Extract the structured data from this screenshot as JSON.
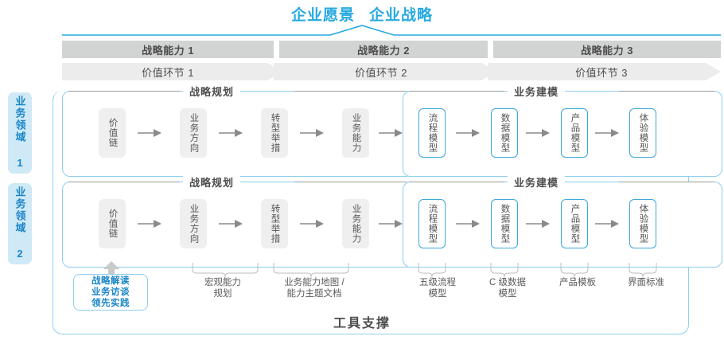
{
  "header": {
    "vision": "企业愿景",
    "strategy": "企业战略"
  },
  "capabilities": [
    {
      "label": "战略能力 1"
    },
    {
      "label": "战略能力 2"
    },
    {
      "label": "战略能力 3"
    }
  ],
  "value_segments": [
    {
      "label": "价值环节 1"
    },
    {
      "label": "价值环节 2"
    },
    {
      "label": "价值环节 3"
    }
  ],
  "domains": [
    {
      "label": "业务领域 1"
    },
    {
      "label": "业务领域 2"
    }
  ],
  "sections": {
    "planning_title": "战略规划",
    "modeling_title": "业务建模"
  },
  "planning_steps": [
    {
      "label": "价值链"
    },
    {
      "label": "业务方向"
    },
    {
      "label": "转型举措"
    },
    {
      "label": "业务能力"
    }
  ],
  "modeling_steps": [
    {
      "label": "流程模型"
    },
    {
      "label": "数据模型"
    },
    {
      "label": "产品模型"
    },
    {
      "label": "体验模型"
    }
  ],
  "tool_box": {
    "line1": "战略解读",
    "line2": "业务访谈",
    "line3": "领先实践"
  },
  "tool_labels": [
    {
      "line1": "宏观能力",
      "line2": "规划"
    },
    {
      "line1": "业务能力地图 /",
      "line2": "能力主题文档"
    },
    {
      "line1": "五级流程",
      "line2": "模型"
    },
    {
      "line1": "C 级数据",
      "line2": "模型"
    },
    {
      "line1": "产品模板",
      "line2": ""
    },
    {
      "line1": "界面标准",
      "line2": ""
    }
  ],
  "footer": {
    "title": "工具支撑"
  },
  "colors": {
    "accent": "#26a9e0",
    "accent_soft": "#8ecdf0",
    "band": "#eaf4fb",
    "bar_dark": "#d2d3d3",
    "bar_light": "#ececec",
    "box_gray": "#efefef",
    "text": "#4d4d4d"
  }
}
